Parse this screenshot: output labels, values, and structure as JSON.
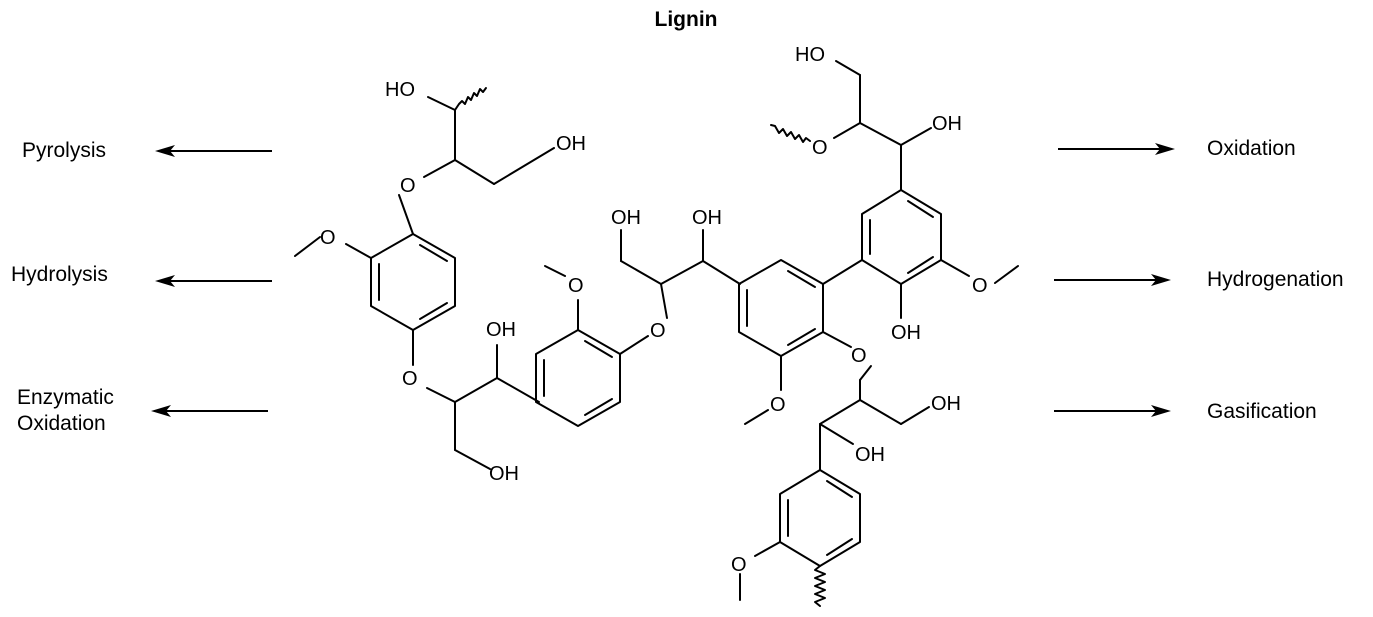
{
  "title": "Lignin",
  "left_processes": [
    "Pyrolysis",
    "Hydrolysis",
    "Enzymatic",
    "Oxidation"
  ],
  "right_processes": [
    "Oxidation",
    "Hydrogenation",
    "Gasification"
  ],
  "atoms": {
    "oh": "OH",
    "ho": "HO",
    "o": "O"
  }
}
